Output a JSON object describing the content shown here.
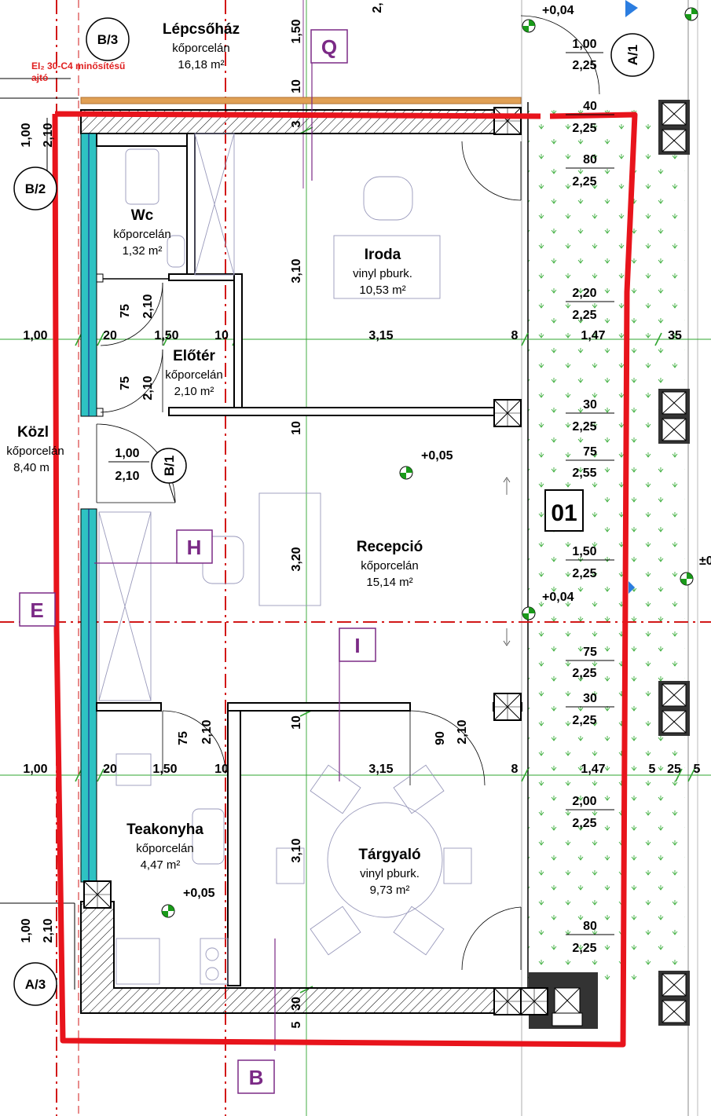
{
  "colors": {
    "wall": "#000000",
    "red_outline": "#e8141c",
    "grid_red": "#d21818",
    "dim_green": "#2fa52f",
    "axis_purple": "#7b2a86",
    "glass_cyan": "#2ec2c2",
    "wood_orange": "#e0a055",
    "marker_blue": "#2b7de0",
    "fire_door_red": "#e02020"
  },
  "plan_title": "01",
  "fire_door_note": {
    "line1": "EI₂ 30-C4 minősítésű",
    "line2": "ajtó"
  },
  "axes": {
    "Q": "Q",
    "H": "H",
    "E": "E",
    "I": "I",
    "B": "B"
  },
  "door_tags": {
    "b3": "B/3",
    "b2": "B/2",
    "b1": "B/1",
    "a1": "A/1",
    "a3": "A/3"
  },
  "rooms": {
    "lepcsohaz": {
      "name": "Lépcsőház",
      "floor": "kőporcelán",
      "area": "16,18 m²"
    },
    "wc": {
      "name": "Wc",
      "floor": "kőporcelán",
      "area": "1,32 m²"
    },
    "eloter": {
      "name": "Előtér",
      "floor": "kőporcelán",
      "area": "2,10 m²"
    },
    "kozl": {
      "name": "Közl",
      "floor": "kőporcelán",
      "area": "8,40 m"
    },
    "iroda": {
      "name": "Iroda",
      "floor": "vinyl pburk.",
      "area": "10,53 m²"
    },
    "recepcio": {
      "name": "Recepció",
      "floor": "kőporcelán",
      "area": "15,14 m²"
    },
    "teakonyha": {
      "name": "Teakonyha",
      "floor": "kőporcelán",
      "area": "4,47 m²"
    },
    "targyalo": {
      "name": "Tárgyaló",
      "floor": "vinyl pburk.",
      "area": "9,73 m²"
    }
  },
  "levels": {
    "top": "+0,04",
    "recepcio": "+0,05",
    "right": "+0,04",
    "teakonyha": "+0,05",
    "edge": "±0"
  },
  "right_dims": [
    {
      "w": "1,00",
      "h": "2,25"
    },
    {
      "w": "40",
      "h": "2,25"
    },
    {
      "w": "80",
      "h": "2,25"
    },
    {
      "w": "2,20",
      "h": "2,25"
    },
    {
      "w": "30",
      "h": "2,25"
    },
    {
      "w": "75",
      "h": "2,55"
    },
    {
      "w": "1,50",
      "h": "2,25"
    },
    {
      "w": "75",
      "h": "2,25"
    },
    {
      "w": "30",
      "h": "2,25"
    },
    {
      "w": "2,00",
      "h": "2,25"
    },
    {
      "w": "80",
      "h": "2,25"
    }
  ],
  "dim_row_upper": [
    "1,00",
    "20",
    "1,50",
    "10",
    "3,15",
    "8",
    "1,47",
    "35"
  ],
  "dim_row_lower": [
    "1,00",
    "20",
    "1,50",
    "10",
    "3,15",
    "8",
    "1,47",
    "5",
    "25",
    "5"
  ],
  "vertical_dims": {
    "top_150": "1,50",
    "top_10": "10",
    "top_3": "3",
    "mid_310a": "3,10",
    "mid_10a": "10",
    "mid_320": "3,20",
    "mid_10b": "10",
    "mid_310b": "3,10",
    "bot_5": "5",
    "bot_30": "30",
    "left_100a": "1,00",
    "left_210a": "2,10",
    "left_100b": "1,00",
    "left_210b": "2,10",
    "wc_75": "75",
    "wc_210": "2,10",
    "elo_75": "75",
    "elo_210": "2,10",
    "tea_75": "75",
    "tea_210": "2,10",
    "targ_90": "90",
    "targ_210": "2,10",
    "top_2": "2,"
  },
  "door_b1": {
    "w": "1,00",
    "h": "2,10"
  }
}
